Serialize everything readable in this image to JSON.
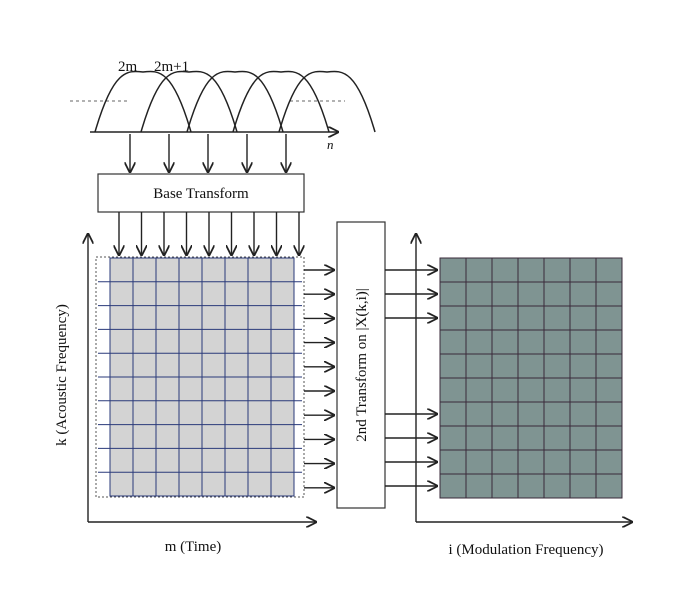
{
  "labels": {
    "window_2m": "2m",
    "window_2m1": "2m+1",
    "n_axis": "n",
    "base_transform": "Base Transform",
    "second_transform": "2nd Transform on |X(k,i)|",
    "y_axis": "k (Acoustic Frequency)",
    "x_axis_left": "m (Time)",
    "x_axis_right": "i (Modulation Frequency)"
  },
  "colors": {
    "left_grid_fill": "#d3d3d3",
    "right_grid_fill": "#7f9492",
    "left_grid_lines": "#2a3a7a",
    "right_grid_lines": "#3a2a3a"
  },
  "structure": {
    "window_count": 5,
    "left_grid_cols": 8,
    "left_grid_rows": 10,
    "right_grid_cols": 7,
    "right_grid_rows": 10
  }
}
